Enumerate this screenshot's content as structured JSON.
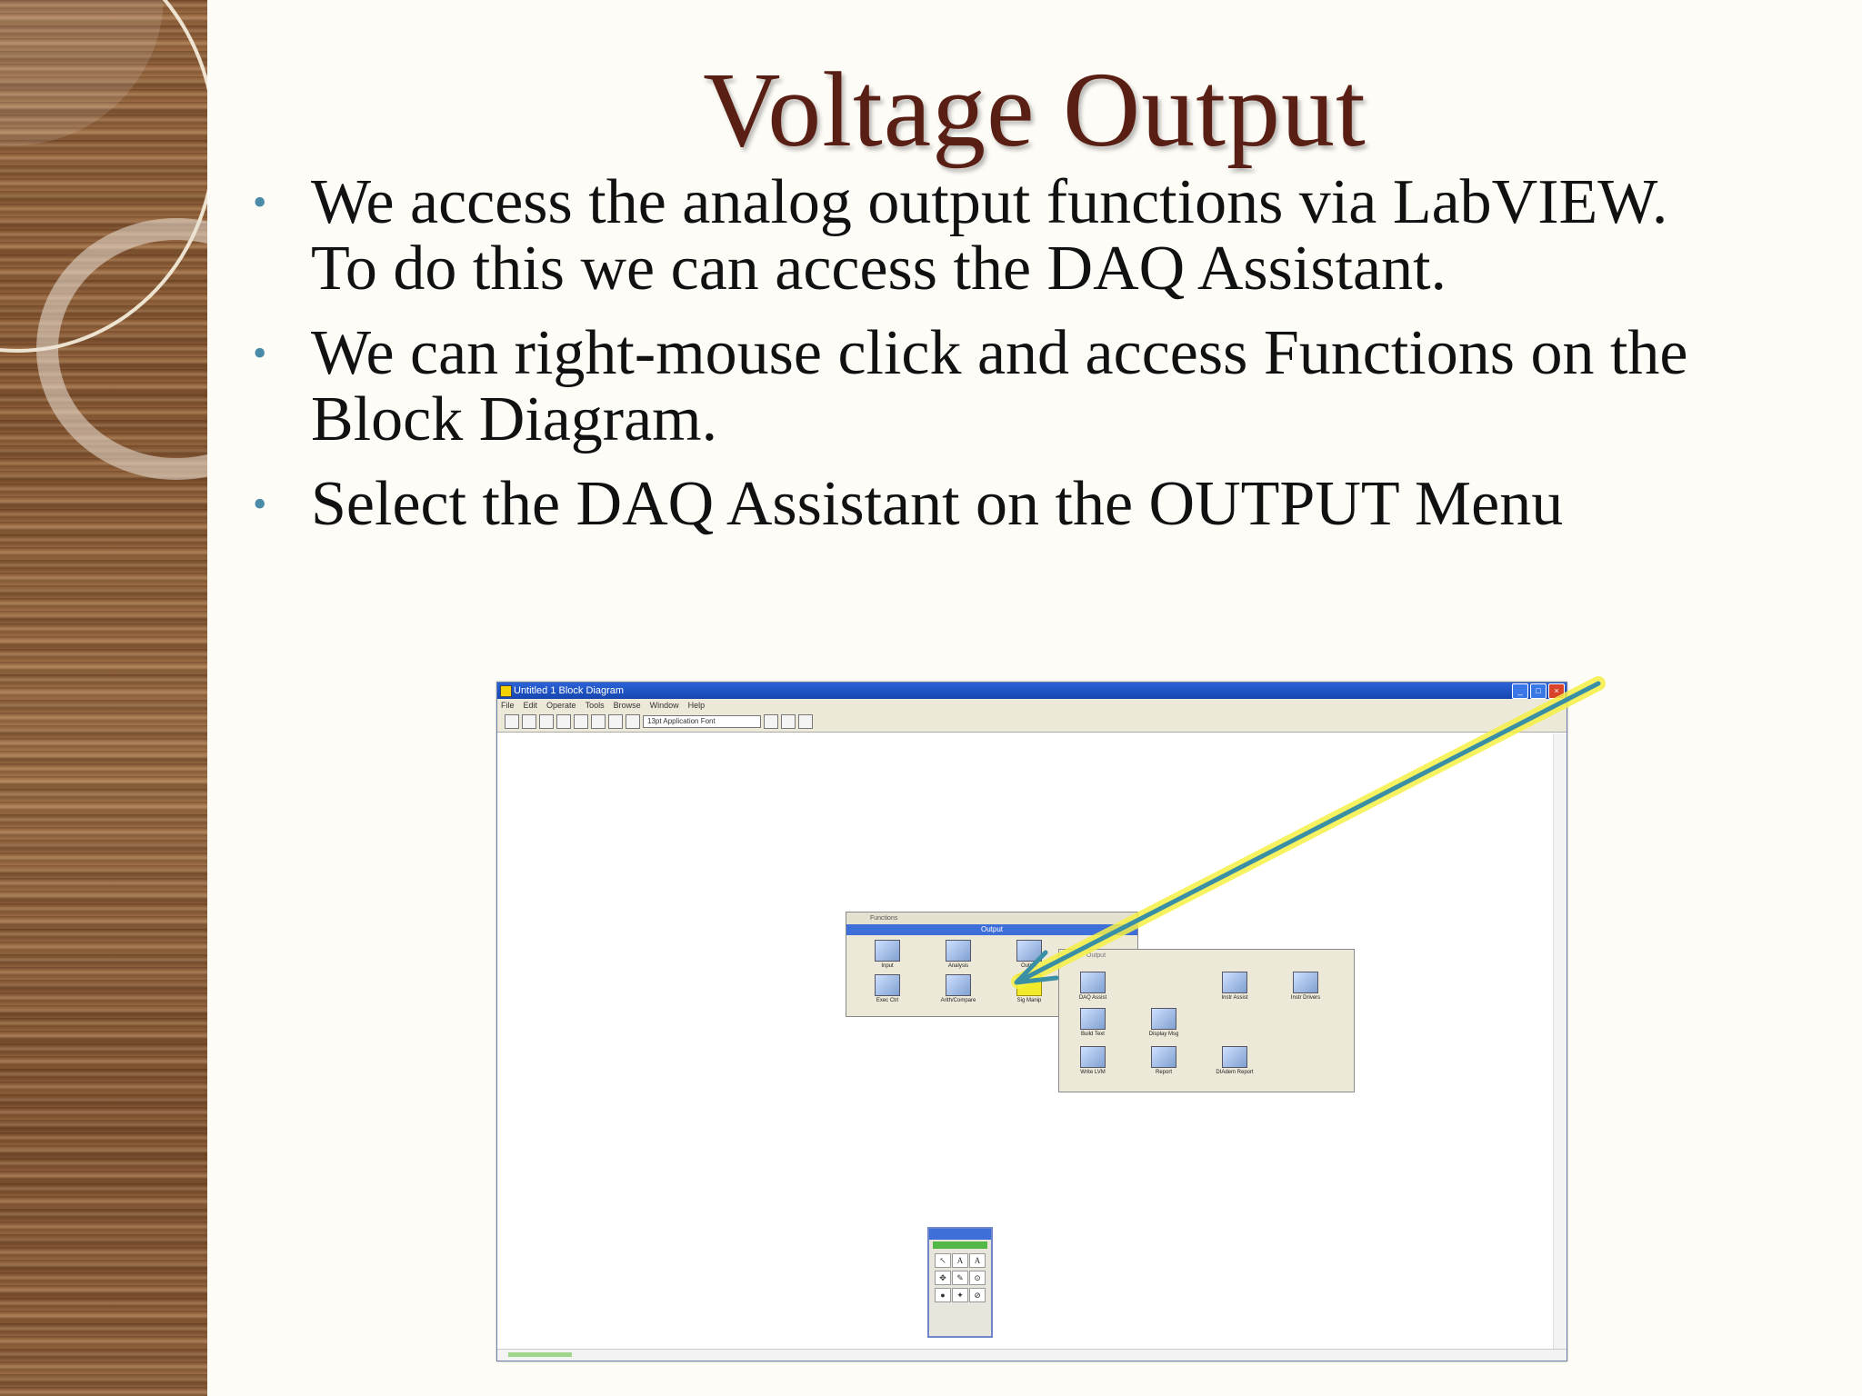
{
  "slide": {
    "title": "Voltage Output",
    "bullets": [
      "We access the analog output functions via LabVIEW. To do this we can access the DAQ Assistant.",
      "We can right-mouse click and access Functions on the Block Diagram.",
      "Select the DAQ Assistant on the OUTPUT Menu"
    ]
  },
  "window": {
    "title": "Untitled 1 Block Diagram",
    "menu": [
      "File",
      "Edit",
      "Operate",
      "Tools",
      "Browse",
      "Window",
      "Help"
    ],
    "font_select": "13pt Application Font"
  },
  "functions_palette": {
    "header": "Functions",
    "selected": "Output",
    "items": [
      "Input",
      "Analysis",
      "Output",
      "Exec Ctrl",
      "Arith/Compare",
      "Sig Manip"
    ]
  },
  "output_palette": {
    "header": "Output",
    "items": [
      "DAQ Assist",
      "Instr Assist",
      "Instr Drivers",
      "Build Text",
      "Display Msg",
      "Write LVM",
      "Report",
      "DIAdem Report"
    ]
  },
  "tools_palette": {
    "glyphs": [
      "↖",
      "A",
      "A",
      "✥",
      "✎",
      "⊙",
      "●",
      "✦",
      "⊘"
    ]
  },
  "colors": {
    "title": "#5a1f14",
    "bullet": "#4a8ca8",
    "arrow": "#3a8fa5",
    "arrow_glow": "#f6f045",
    "wood": "#8a5b36"
  }
}
